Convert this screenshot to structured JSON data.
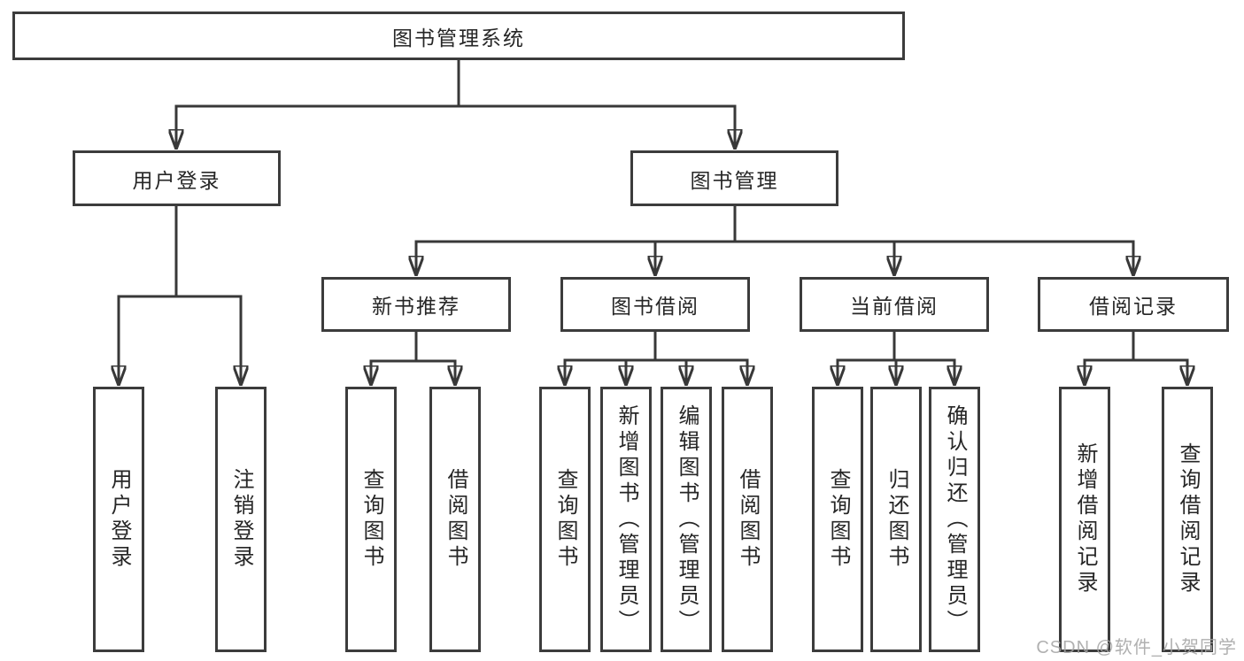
{
  "diagram": {
    "root": {
      "label": "图书管理系统"
    },
    "level2": [
      {
        "label": "用户登录",
        "children": [
          {
            "label": "用户登录"
          },
          {
            "label": "注销登录"
          }
        ]
      },
      {
        "label": "图书管理",
        "children": [
          {
            "label": "新书推荐",
            "children": [
              {
                "label": "查询图书"
              },
              {
                "label": "借阅图书"
              }
            ]
          },
          {
            "label": "图书借阅",
            "children": [
              {
                "label": "查询图书"
              },
              {
                "label": "新增图书（管理员）"
              },
              {
                "label": "编辑图书（管理员）"
              },
              {
                "label": "借阅图书"
              }
            ]
          },
          {
            "label": "当前借阅",
            "children": [
              {
                "label": "查询图书"
              },
              {
                "label": "归还图书"
              },
              {
                "label": "确认归还（管理员）"
              }
            ]
          },
          {
            "label": "借阅记录",
            "children": [
              {
                "label": "新增借阅记录"
              },
              {
                "label": "查询借阅记录"
              }
            ]
          }
        ]
      }
    ]
  },
  "watermark": {
    "text": "CSDN @软件_小贺同学"
  },
  "colors": {
    "line": "#383838",
    "box_border": "#3c3c3c",
    "text": "#262626",
    "background": "#ffffff",
    "watermark": "#a3a3a3"
  }
}
